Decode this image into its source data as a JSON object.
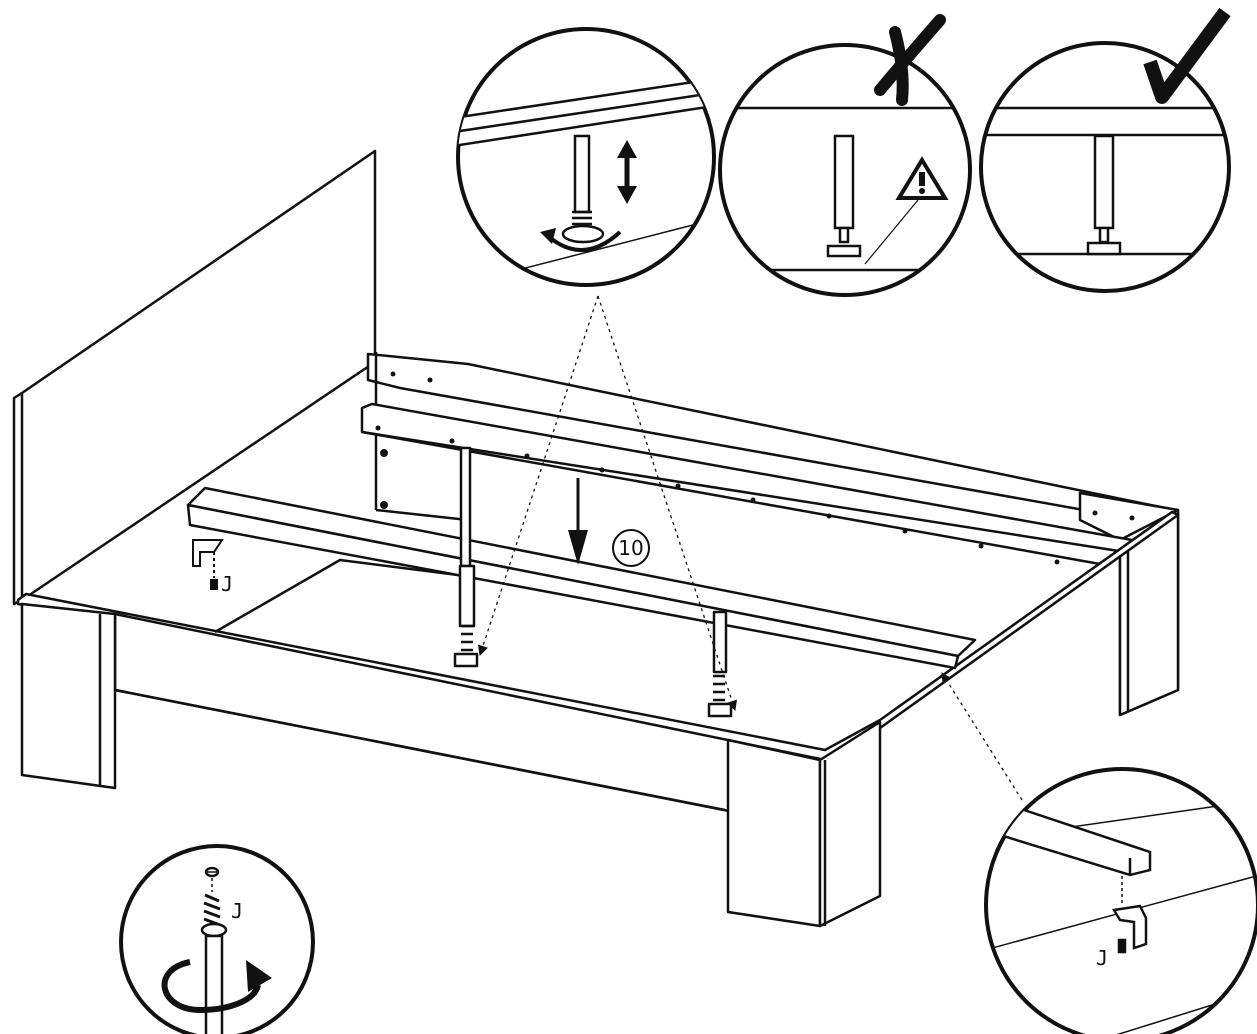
{
  "step": {
    "number": "10"
  },
  "part_labels": {
    "bracket_left": "J",
    "screw_detail": "J",
    "bracket_right": "J"
  },
  "details": {
    "wrong_mark": "cross-icon",
    "correct_mark": "check-icon",
    "warning": "warning-triangle-icon"
  },
  "colors": {
    "line": "#111111",
    "background": "#ffffff"
  }
}
